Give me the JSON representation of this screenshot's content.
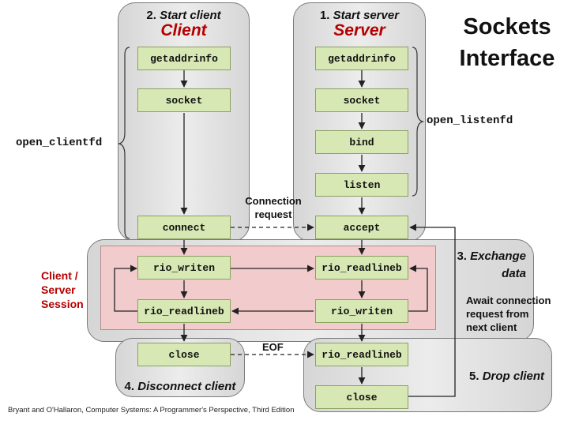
{
  "title": {
    "line1": "Sockets",
    "line2": "Interface"
  },
  "client": {
    "step_number": "2.",
    "step_text": "Start client",
    "role": "Client",
    "group_label": "open_clientfd",
    "functions": {
      "getaddrinfo": "getaddrinfo",
      "socket": "socket",
      "connect": "connect"
    }
  },
  "server": {
    "step_number": "1.",
    "step_text": "Start server",
    "role": "Server",
    "group_label": "open_listenfd",
    "functions": {
      "getaddrinfo": "getaddrinfo",
      "socket": "socket",
      "bind": "bind",
      "listen": "listen",
      "accept": "accept"
    }
  },
  "connection_request": {
    "line1": "Connection",
    "line2": "request"
  },
  "exchange": {
    "step_number": "3.",
    "step_text_line1": "Exchange",
    "step_text_line2": "data",
    "session_label": {
      "line1": "Client /",
      "line2": "Server",
      "line3": "Session"
    },
    "client_write": "rio_writen",
    "client_read": "rio_readlineb",
    "server_read": "rio_readlineb",
    "server_write": "rio_writen"
  },
  "await_note": {
    "line1": "Await connection",
    "line2": "request from",
    "line3": "next client"
  },
  "disconnect": {
    "step_number": "4.",
    "step_text": "Disconnect client",
    "close": "close"
  },
  "eof_label": "EOF",
  "drop": {
    "step_number": "5.",
    "step_text": "Drop client",
    "read": "rio_readlineb",
    "close": "close"
  },
  "footer": "Bryant and O'Hallaron, Computer Systems: A Programmer's Perspective, Third Edition",
  "colors": {
    "role_red": "#b40000",
    "function_green": "#d8e8b4",
    "session_pink": "#f2cccc",
    "panel_gray": "#e0e0e0"
  }
}
